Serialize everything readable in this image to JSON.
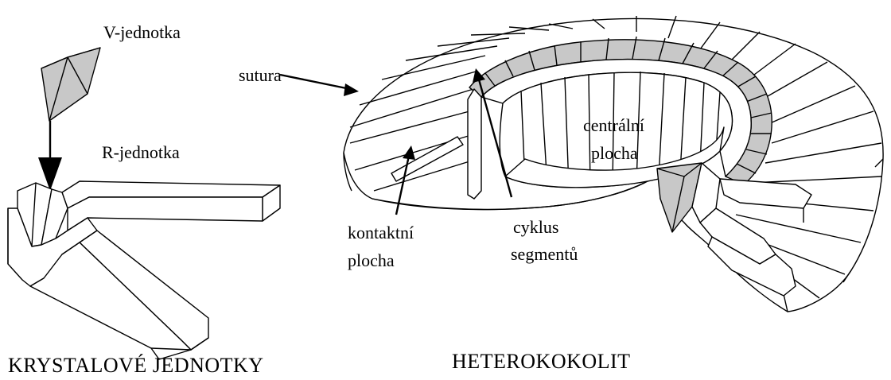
{
  "labels": {
    "v_unit": "V-jednotka",
    "r_unit": "R-jednotka",
    "sutura": "sutura",
    "centralni_1": "centrální",
    "centralni_2": "plocha",
    "kontaktni_1": "kontaktní",
    "kontaktni_2": "plocha",
    "cyklus_1": "cyklus",
    "cyklus_2": "segmentů"
  },
  "captions": {
    "left": "KRYSTALOVÉ JEDNOTKY",
    "right": "HETEROKOKOLIT"
  },
  "colors": {
    "shaded_face": "#c8c8c8",
    "line": "#000000",
    "background": "#ffffff"
  }
}
